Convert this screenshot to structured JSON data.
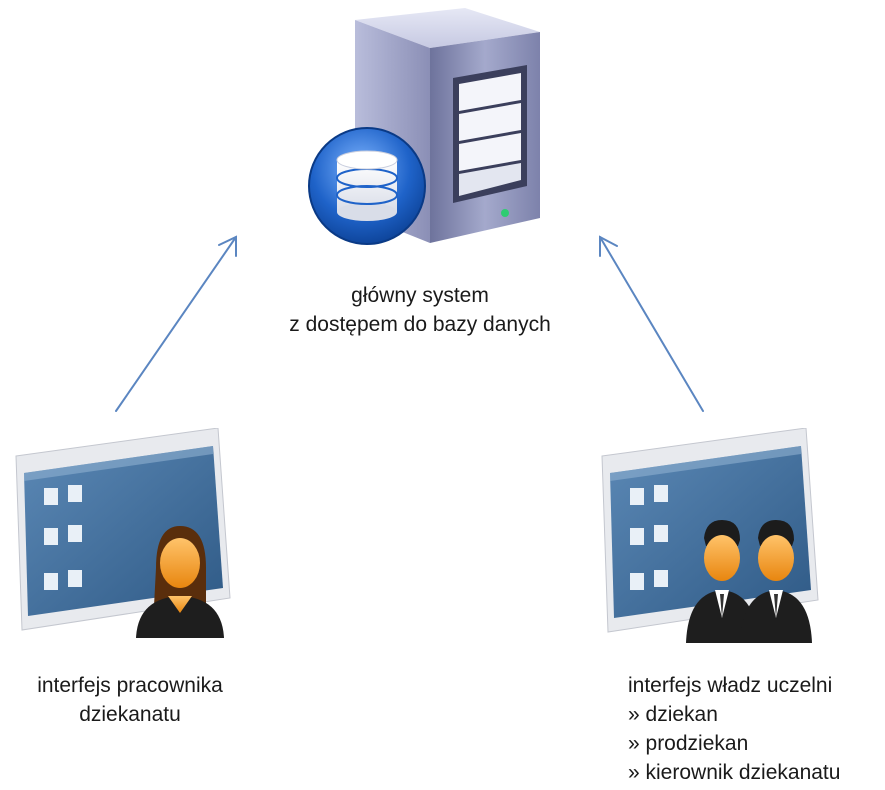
{
  "nodes": {
    "server": {
      "icon": "database-server-icon",
      "lines": [
        "główny system",
        "z dostępem do bazy danych"
      ]
    },
    "staff": {
      "icon": "desktop-window-woman-user-icon",
      "lines": [
        "interfejs pracownika",
        "dziekanatu"
      ]
    },
    "authorities": {
      "icon": "desktop-window-two-users-icon",
      "lines": [
        "interfejs władz uczelni",
        "» dziekan",
        "» prodziekan",
        "» kierownik dziekanatu"
      ]
    }
  },
  "edges": [
    {
      "from": "staff",
      "to": "server"
    },
    {
      "from": "authorities",
      "to": "server"
    }
  ],
  "colors": {
    "arrow": "#5b86c1",
    "window_blue": "#3f6e99",
    "server_body": "#8e93b8",
    "database_blue": "#1f63c9",
    "person_skin": "#f39a1c",
    "suit": "#1e1e1e"
  }
}
